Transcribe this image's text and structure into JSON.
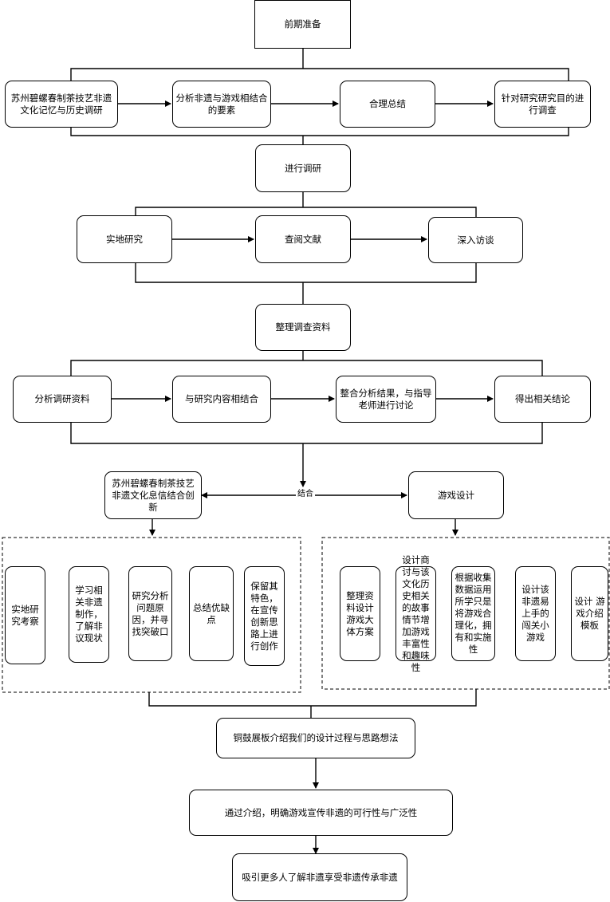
{
  "colors": {
    "stroke": "#000000",
    "fill": "#ffffff",
    "text": "#000000"
  },
  "nodes": {
    "prep": "前期准备",
    "history": "苏州碧螺春制茶技艺非遗文化记忆与历史调研",
    "elements": "分析非遗与游戏相结合的要素",
    "summary": "合理总结",
    "purpose": "针对研究研究目的进行调查",
    "research": "进行调研",
    "field": "实地研究",
    "literature": "查阅文献",
    "interview": "深入访谈",
    "organize": "整理调查资料",
    "analyze": "分析调研资料",
    "combine_content": "与研究内容相结合",
    "discuss": "整合分析结果，与指导老师进行讨论",
    "conclusion": "得出相关结论",
    "heritage": "苏州碧螺春制茶技艺非遗文化息信结合创新",
    "game": "游戏设计",
    "left_items": [
      "实地研究考察",
      "学习相关非遗制作，了解非议现状",
      "研究分析问题原因，并寻找突破口",
      "总结优缺点",
      "保留其特色，在宣传创新思路上进行创作"
    ],
    "right_items": [
      "整理资料设计游戏大体方案",
      "设计商讨与该文化历史相关的故事情节增加游戏丰富性和趣味性",
      "根据收集数据运用所学只是将游戏合理化，拥有和实施性",
      "设计该非遗易上手的闯关小游戏",
      "设计  游戏介绍模板"
    ],
    "exhibit": "铜鼓展板介绍我们的设计过程与思路想法",
    "feasibility": "通过介绍，明确游戏宣传非遗的可行性与广泛性",
    "attract": "吸引更多人了解非遗享受非遗传承非遗"
  },
  "edge_labels": {
    "combine": "结合"
  }
}
